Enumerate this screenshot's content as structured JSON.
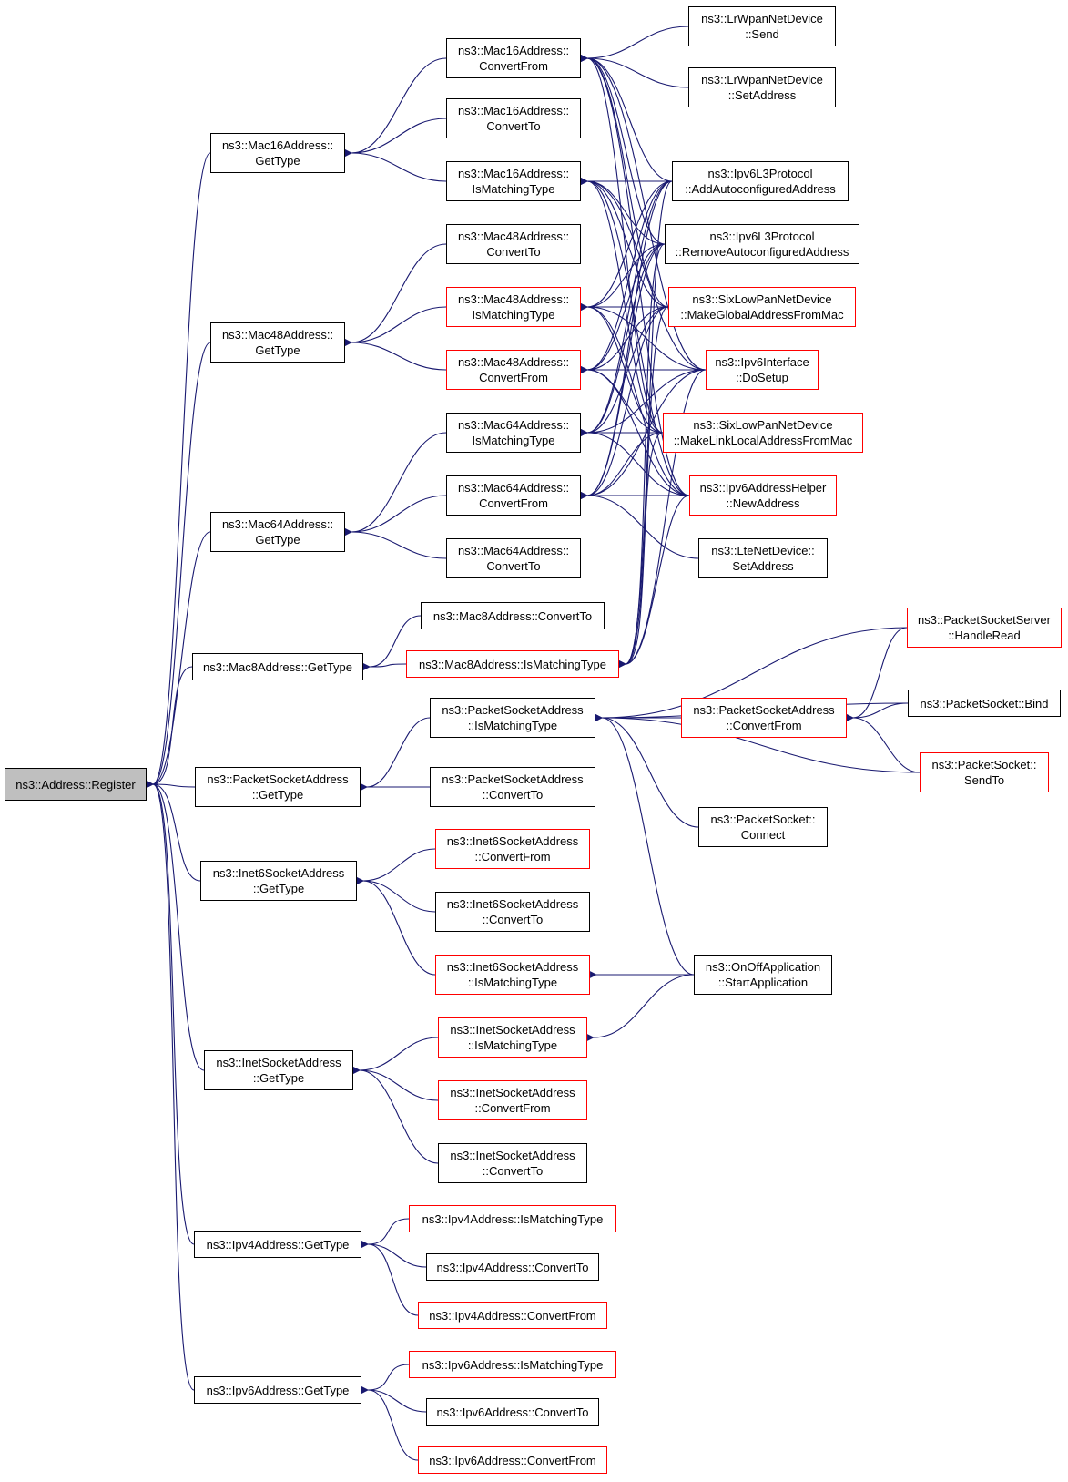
{
  "colors": {
    "edge": "#191970",
    "node_border": "#000000",
    "linked_border": "#ff0000",
    "root_fill": "#bfbfbf"
  },
  "nodes": {
    "root": {
      "lines": [
        "ns3::Address::Register"
      ]
    },
    "mac16_gettype": {
      "lines": [
        "ns3::Mac16Address::",
        "GetType"
      ]
    },
    "mac48_gettype": {
      "lines": [
        "ns3::Mac48Address::",
        "GetType"
      ]
    },
    "mac64_gettype": {
      "lines": [
        "ns3::Mac64Address::",
        "GetType"
      ]
    },
    "mac8_gettype": {
      "lines": [
        "ns3::Mac8Address::GetType"
      ]
    },
    "psa_gettype": {
      "lines": [
        "ns3::PacketSocketAddress",
        "::GetType"
      ]
    },
    "inet6_gettype": {
      "lines": [
        "ns3::Inet6SocketAddress",
        "::GetType"
      ]
    },
    "inet_gettype": {
      "lines": [
        "ns3::InetSocketAddress",
        "::GetType"
      ]
    },
    "ipv4_gettype": {
      "lines": [
        "ns3::Ipv4Address::GetType"
      ]
    },
    "ipv6_gettype": {
      "lines": [
        "ns3::Ipv6Address::GetType"
      ]
    },
    "mac16_convertfrom": {
      "lines": [
        "ns3::Mac16Address::",
        "ConvertFrom"
      ]
    },
    "mac16_convertto": {
      "lines": [
        "ns3::Mac16Address::",
        "ConvertTo"
      ]
    },
    "mac16_ismatching": {
      "lines": [
        "ns3::Mac16Address::",
        "IsMatchingType"
      ]
    },
    "mac48_convertto": {
      "lines": [
        "ns3::Mac48Address::",
        "ConvertTo"
      ]
    },
    "mac48_ismatching": {
      "lines": [
        "ns3::Mac48Address::",
        "IsMatchingType"
      ]
    },
    "mac48_convertfrom": {
      "lines": [
        "ns3::Mac48Address::",
        "ConvertFrom"
      ]
    },
    "mac64_ismatching": {
      "lines": [
        "ns3::Mac64Address::",
        "IsMatchingType"
      ]
    },
    "mac64_convertfrom": {
      "lines": [
        "ns3::Mac64Address::",
        "ConvertFrom"
      ]
    },
    "mac64_convertto": {
      "lines": [
        "ns3::Mac64Address::",
        "ConvertTo"
      ]
    },
    "mac8_convertto": {
      "lines": [
        "ns3::Mac8Address::ConvertTo"
      ]
    },
    "mac8_ismatching": {
      "lines": [
        "ns3::Mac8Address::IsMatchingType"
      ]
    },
    "psa_ismatching": {
      "lines": [
        "ns3::PacketSocketAddress",
        "::IsMatchingType"
      ]
    },
    "psa_convertto": {
      "lines": [
        "ns3::PacketSocketAddress",
        "::ConvertTo"
      ]
    },
    "inet6_convertfrom": {
      "lines": [
        "ns3::Inet6SocketAddress",
        "::ConvertFrom"
      ]
    },
    "inet6_convertto": {
      "lines": [
        "ns3::Inet6SocketAddress",
        "::ConvertTo"
      ]
    },
    "inet6_ismatching": {
      "lines": [
        "ns3::Inet6SocketAddress",
        "::IsMatchingType"
      ]
    },
    "inet_ismatching": {
      "lines": [
        "ns3::InetSocketAddress",
        "::IsMatchingType"
      ]
    },
    "inet_convertfrom": {
      "lines": [
        "ns3::InetSocketAddress",
        "::ConvertFrom"
      ]
    },
    "inet_convertto": {
      "lines": [
        "ns3::InetSocketAddress",
        "::ConvertTo"
      ]
    },
    "ipv4_ismatching": {
      "lines": [
        "ns3::Ipv4Address::IsMatchingType"
      ]
    },
    "ipv4_convertto": {
      "lines": [
        "ns3::Ipv4Address::ConvertTo"
      ]
    },
    "ipv4_convertfrom": {
      "lines": [
        "ns3::Ipv4Address::ConvertFrom"
      ]
    },
    "ipv6_ismatching": {
      "lines": [
        "ns3::Ipv6Address::IsMatchingType"
      ]
    },
    "ipv6_convertto": {
      "lines": [
        "ns3::Ipv6Address::ConvertTo"
      ]
    },
    "ipv6_convertfrom": {
      "lines": [
        "ns3::Ipv6Address::ConvertFrom"
      ]
    },
    "psa_convertfrom": {
      "lines": [
        "ns3::PacketSocketAddress",
        "::ConvertFrom"
      ]
    },
    "lrwpan_send": {
      "lines": [
        "ns3::LrWpanNetDevice",
        "::Send"
      ]
    },
    "lrwpan_setaddress": {
      "lines": [
        "ns3::LrWpanNetDevice",
        "::SetAddress"
      ]
    },
    "ipv6l3_add": {
      "lines": [
        "ns3::Ipv6L3Protocol",
        "::AddAutoconfiguredAddress"
      ]
    },
    "ipv6l3_remove": {
      "lines": [
        "ns3::Ipv6L3Protocol",
        "::RemoveAutoconfiguredAddress"
      ]
    },
    "sixlowpan_global": {
      "lines": [
        "ns3::SixLowPanNetDevice",
        "::MakeGlobalAddressFromMac"
      ]
    },
    "ipv6if_dosetup": {
      "lines": [
        "ns3::Ipv6Interface",
        "::DoSetup"
      ]
    },
    "sixlowpan_linklocal": {
      "lines": [
        "ns3::SixLowPanNetDevice",
        "::MakeLinkLocalAddressFromMac"
      ]
    },
    "ipv6helper_newaddress": {
      "lines": [
        "ns3::Ipv6AddressHelper",
        "::NewAddress"
      ]
    },
    "lte_setaddress": {
      "lines": [
        "ns3::LteNetDevice::",
        "SetAddress"
      ]
    },
    "pss_handleread": {
      "lines": [
        "ns3::PacketSocketServer",
        "::HandleRead"
      ]
    },
    "ps_bind": {
      "lines": [
        "ns3::PacketSocket::Bind"
      ]
    },
    "ps_sendto": {
      "lines": [
        "ns3::PacketSocket::",
        "SendTo"
      ]
    },
    "ps_connect": {
      "lines": [
        "ns3::PacketSocket::",
        "Connect"
      ]
    },
    "onoff_start": {
      "lines": [
        "ns3::OnOffApplication",
        "::StartApplication"
      ]
    }
  }
}
